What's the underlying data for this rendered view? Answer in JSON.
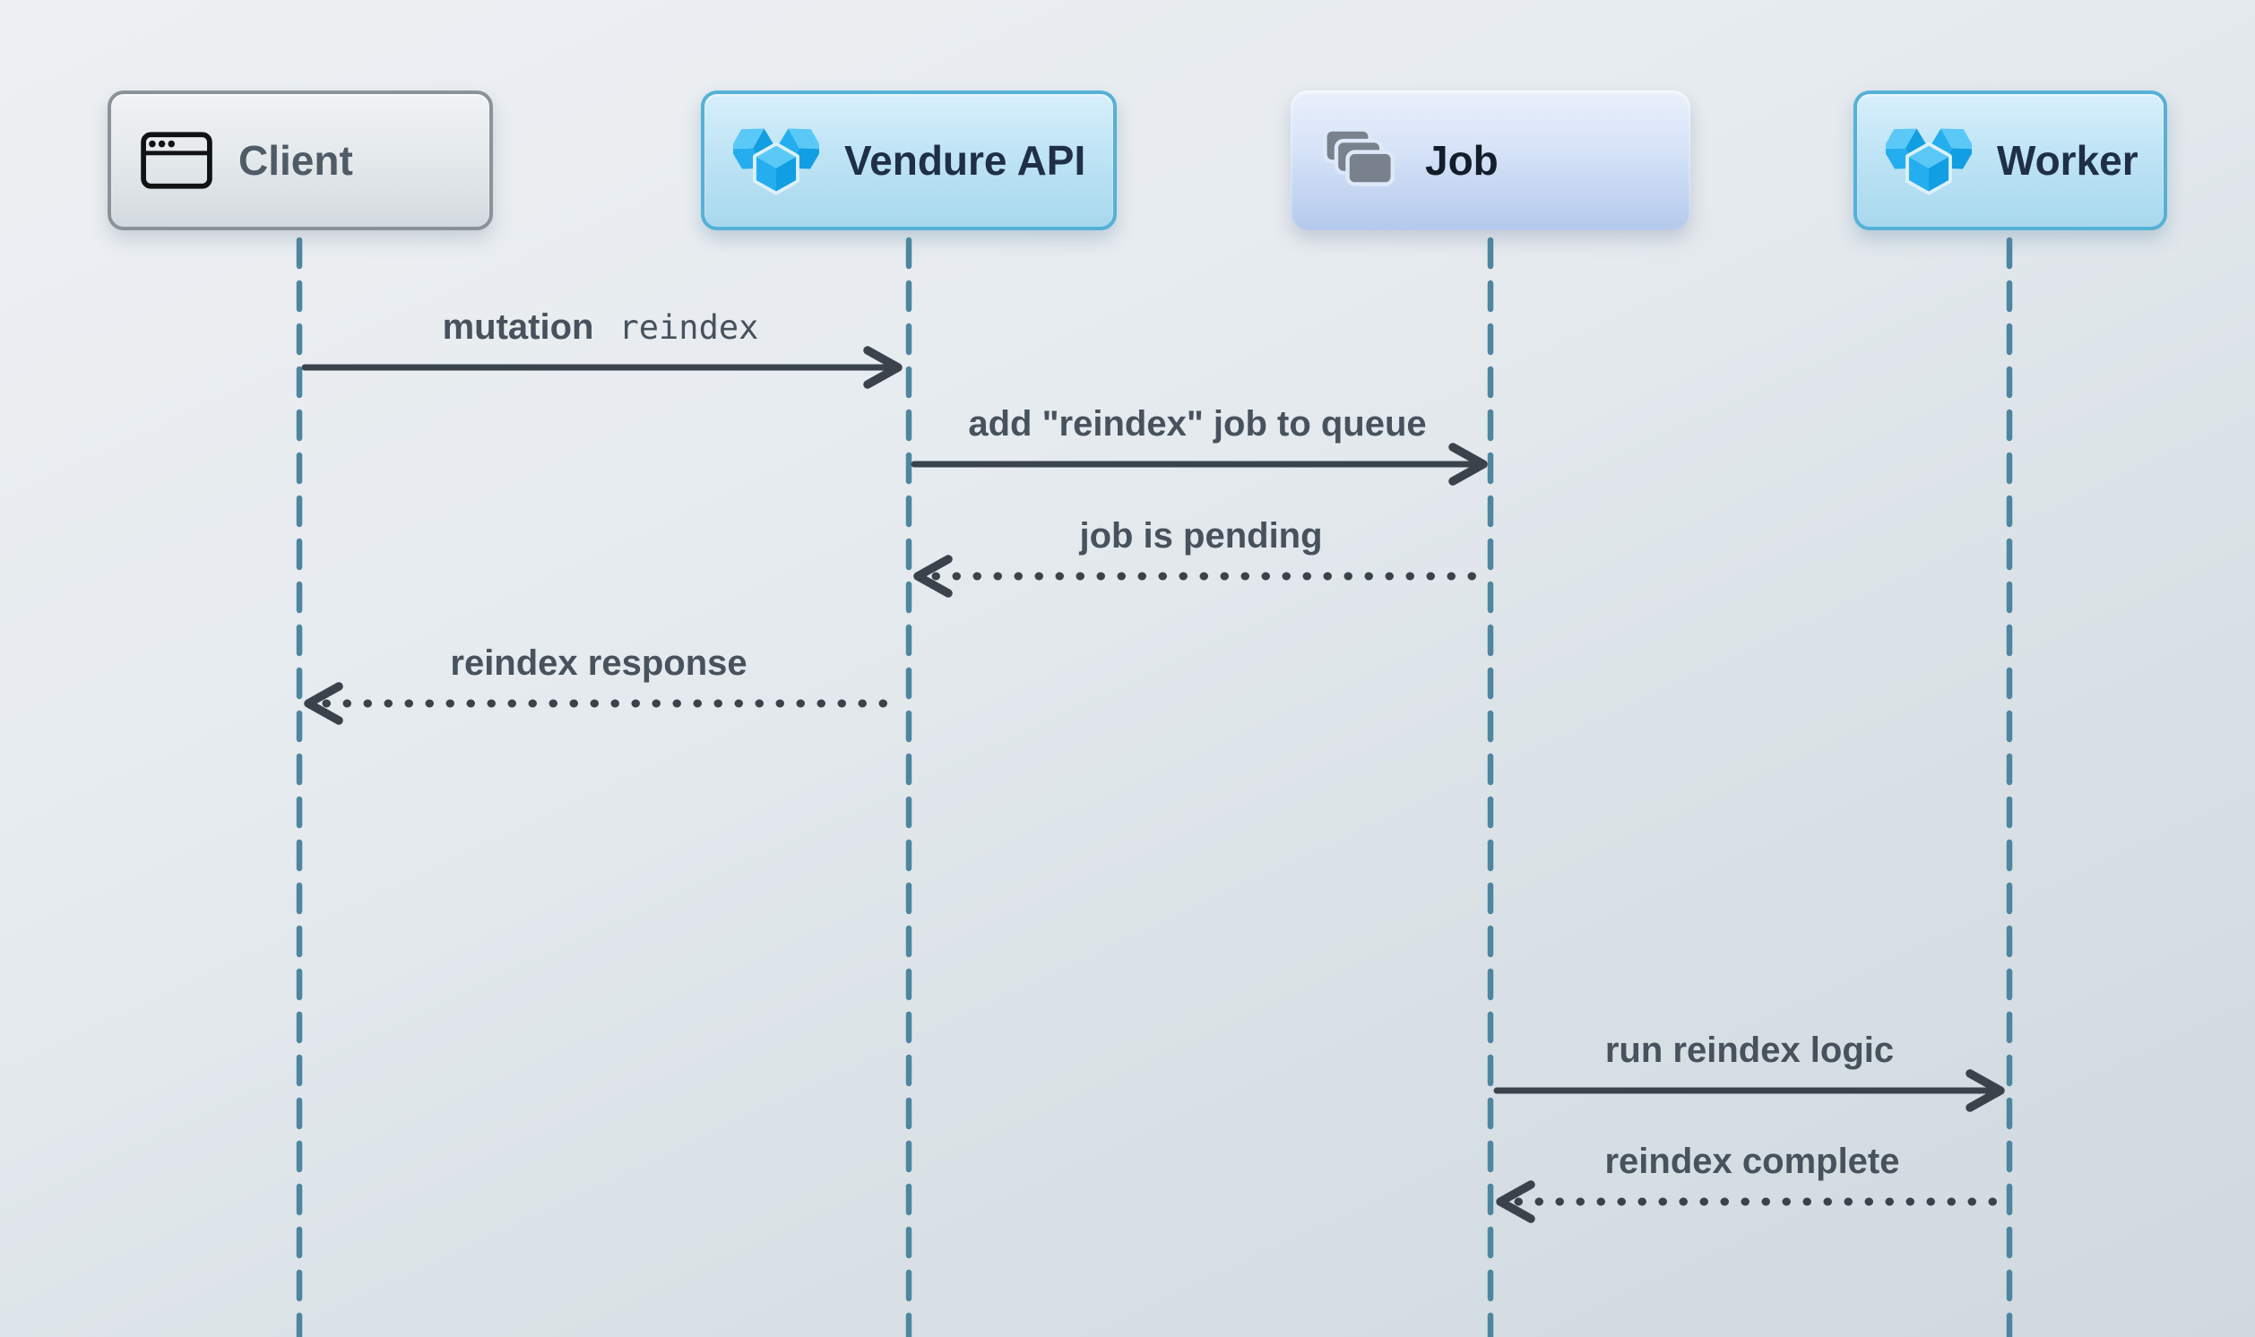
{
  "actors": [
    {
      "name": "Client",
      "icon": "browser-window-icon"
    },
    {
      "name": "Vendure API",
      "icon": "vendure-logo-icon"
    },
    {
      "name": "Job",
      "icon": "stacked-cards-icon"
    },
    {
      "name": "Worker",
      "icon": "vendure-logo-icon"
    }
  ],
  "messages": [
    {
      "from": "Client",
      "to": "Vendure API",
      "label": "mutation",
      "code": "reindex",
      "line": "solid",
      "direction": "right"
    },
    {
      "from": "Vendure API",
      "to": "Job",
      "label": "add \"reindex\" job to queue",
      "line": "solid",
      "direction": "right"
    },
    {
      "from": "Job",
      "to": "Vendure API",
      "label": "job is pending",
      "line": "dotted",
      "direction": "left"
    },
    {
      "from": "Vendure API",
      "to": "Client",
      "label": "reindex response",
      "line": "dotted",
      "direction": "left"
    },
    {
      "from": "Job",
      "to": "Worker",
      "label": "run reindex logic",
      "line": "solid",
      "direction": "right"
    },
    {
      "from": "Worker",
      "to": "Job",
      "label": "reindex complete",
      "line": "dotted",
      "direction": "left"
    }
  ],
  "colors": {
    "background_top": "#edf0f3",
    "background_bottom": "#cfd9df",
    "lifeline": "#4e86a0",
    "arrow": "#3a434c",
    "message_text": "#47525d",
    "client_title": "#4f5b66",
    "actor_title": "#1f2f47",
    "job_title": "#141e2b",
    "vendure_blue_top": "#5bc9f7",
    "vendure_blue_left": "#25aeef",
    "vendure_blue_right": "#129ee2",
    "client_border": "#8b9299",
    "vendure_border": "#55b1d6",
    "card_gray": "#78818c"
  }
}
